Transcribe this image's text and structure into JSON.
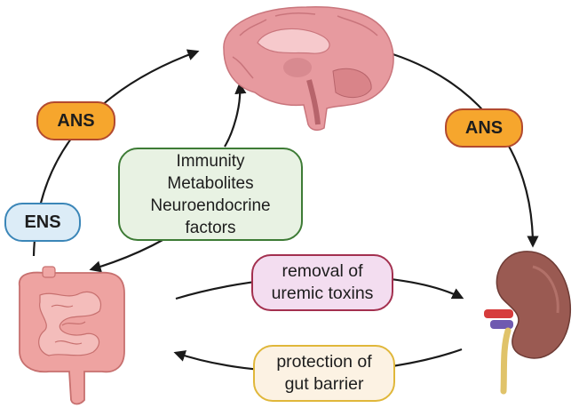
{
  "labels": {
    "ans_left": "ANS",
    "ans_right": "ANS",
    "ens": "ENS",
    "middle_box": [
      "Immunity",
      "Metabolites",
      "Neuroendocrine",
      "factors"
    ],
    "toxins_box": [
      "removal of",
      "uremic toxins"
    ],
    "barrier_box": [
      "protection of",
      "gut barrier"
    ]
  },
  "colors": {
    "ans_fill": "#f6a62d",
    "ans_border": "#b24a2f",
    "ens_fill": "#dcecf7",
    "ens_border": "#3b86b8",
    "middle_fill": "#e8f2e3",
    "middle_border": "#3d7b35",
    "toxins_fill": "#f3ddf0",
    "toxins_border": "#a3304f",
    "barrier_fill": "#fcf2e3",
    "barrier_border": "#e0b73a",
    "brain": "#e79a9f",
    "intestine": "#eea3a1",
    "kidney": "#9a5a52"
  },
  "icons": [
    "brain-icon",
    "intestine-icon",
    "kidney-icon"
  ]
}
